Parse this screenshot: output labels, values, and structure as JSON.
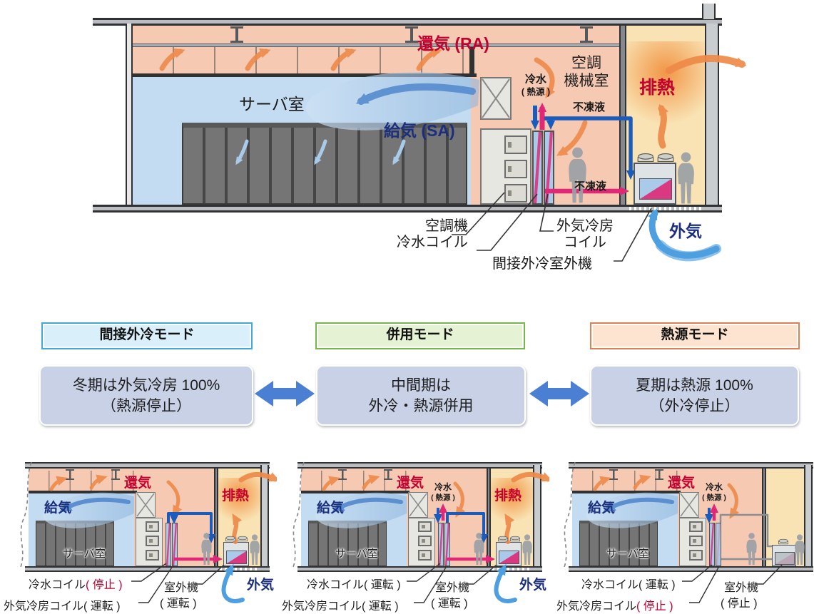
{
  "palette": {
    "red": "#c4002f",
    "navy": "#1b2f7d",
    "pipe-blue": "#1a5cbe",
    "pipe-pink": "#e02877",
    "orange": "#ee8a49",
    "salmon": "#f6c9b3",
    "room-blue": "#c3dcf1",
    "chamber-yellow": "#f9e2b3",
    "rack-gray": "#6e6e6e",
    "wall-dark": "#2f3133",
    "swoosh-blue": "#5b8fd0",
    "oa-arrow-blue": "#4d9fe0",
    "mode-arrow-blue": "#4a7fd4",
    "desc-bg": "#c8d1e5",
    "header1-bg": "#d9effa",
    "header1-border": "#3fa9dc",
    "header2-bg": "#e6f2d4",
    "header2-border": "#74b84c",
    "header3-bg": "#fce4d0",
    "header3-border": "#e08050"
  },
  "top": {
    "return_air": "還気 (RA)",
    "supply_air": "給気 (SA)",
    "server_room": "サーバ室",
    "machine_room_1": "空調",
    "machine_room_2": "機械室",
    "chilled_water_1": "冷水",
    "chilled_water_2": "( 熱源 )",
    "antifreeze_top": "不凍液",
    "antifreeze_bottom": "不凍液",
    "exhaust_heat": "排熱",
    "outside_air": "外気",
    "label_ahu_1": "空調機",
    "label_ahu_2": "冷水コイル",
    "label_oa_coil_1": "外気冷房",
    "label_oa_coil_2": "コイル",
    "label_outdoor_unit": "間接外冷室外機"
  },
  "modes": [
    {
      "header": "間接外冷モード",
      "desc1": "冬期は外気冷房 100%",
      "desc2": "（熱源停止）",
      "diagram": {
        "return_air": "還気",
        "supply_air": "給気",
        "server_room": "サーバ室",
        "exhaust_heat": "排熱",
        "outside_air": "外気",
        "cw_name": "冷水コイル",
        "cw_status": "( 停止 )",
        "oa_name": "外気冷房コイル",
        "oa_status": "( 運転 )",
        "ou_name": "室外機",
        "ou_status": "( 運転 )"
      }
    },
    {
      "header": "併用モード",
      "desc1": "中間期は",
      "desc2": "外冷・熱源併用",
      "diagram": {
        "return_air": "還気",
        "supply_air": "給気",
        "server_room": "サーバ室",
        "exhaust_heat": "排熱",
        "outside_air": "外気",
        "chilled_water_1": "冷水",
        "chilled_water_2": "( 熱源 )",
        "cw_name": "冷水コイル",
        "cw_status": "( 運転 )",
        "oa_name": "外気冷房コイル",
        "oa_status": "( 運転 )",
        "ou_name": "室外機",
        "ou_status": "( 運転 )"
      }
    },
    {
      "header": "熱源モード",
      "desc1": "夏期は熱源 100%",
      "desc2": "（外冷停止）",
      "diagram": {
        "return_air": "還気",
        "supply_air": "給気",
        "server_room": "サーバ室",
        "chilled_water_1": "冷水",
        "chilled_water_2": "( 熱源 )",
        "cw_name": "冷水コイル",
        "cw_status": "( 運転 )",
        "oa_name": "外気冷房コイル",
        "oa_status": "( 停止 )",
        "ou_name": "室外機",
        "ou_status": "( 停止 )"
      }
    }
  ]
}
